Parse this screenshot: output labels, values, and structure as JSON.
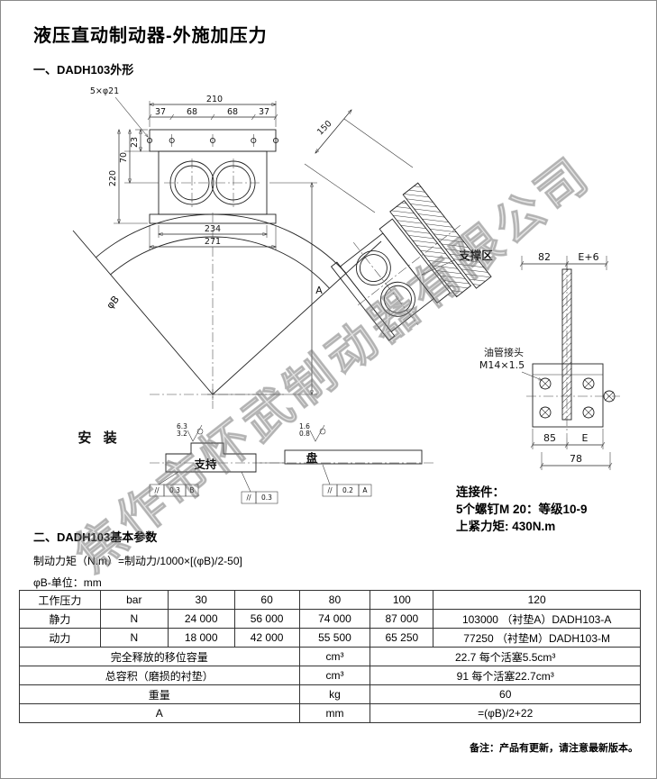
{
  "header": {
    "title": "液压直动制动器-外施加压力"
  },
  "sections": {
    "outline": "一、DADH103外形",
    "params": "二、DADH103基本参数"
  },
  "drawing": {
    "front_view": {
      "bolt_note": "5×φ21",
      "dim_top_total": "210",
      "dim_sub": [
        "37",
        "68",
        "68",
        "37"
      ],
      "dim_flange": "23",
      "dim_center": "70",
      "dim_height": "220",
      "dim_inner": "234",
      "dim_outer": "271"
    },
    "arc_view": {
      "dim_a": "A",
      "dim_phib": "φB",
      "dim_150": "150",
      "support_label": "支撑区"
    },
    "side_view": {
      "dim_82": "82",
      "dim_e6": "E+6",
      "dim_85": "85",
      "dim_e": "E",
      "dim_78": "78",
      "pipe_line1": "油管接头",
      "pipe_line2": "M14×1.5"
    },
    "install_view": {
      "title": "安  装",
      "support_label": "支持",
      "disc_label": "盘",
      "rough": [
        "6.3",
        "3.2",
        "1.6",
        "0.8"
      ],
      "tol1": {
        "sym": "//",
        "val": "0.3",
        "ref": "B"
      },
      "tol2": {
        "sym": "//",
        "val": "0.3"
      },
      "tol3": {
        "sym": "//",
        "val": "0.2",
        "ref": "A"
      }
    },
    "connector_note": {
      "line1": "连接件：",
      "line2": "5个螺钉M 20：等级10-9",
      "line3": "上紧力矩: 430N.m"
    }
  },
  "watermark": "焦作市怀武制动器有限公司",
  "params": {
    "formula": "制动力矩（N.m）=制动力/1000×[(φB)/2-50]",
    "unit_note": "φB-单位：mm"
  },
  "table": {
    "pressure_row": [
      "工作压力",
      "bar",
      "30",
      "60",
      "80",
      "100",
      "120"
    ],
    "static_row": [
      "静力",
      "N",
      "24 000",
      "56 000",
      "74 000",
      "87 000",
      "103000 （衬垫A）DADH103-A"
    ],
    "dynamic_row": [
      "动力",
      "N",
      "18 000",
      "42 000",
      "55 500",
      "65 250",
      "77250 （衬垫M）DADH103-M"
    ],
    "displacement_row": {
      "label": "完全释放的移位容量",
      "unit": "cm³",
      "value": "22.7  每个活塞5.5cm³"
    },
    "volume_row": {
      "label": "总容积（磨损的衬垫）",
      "unit": "cm³",
      "value": "91  每个活塞22.7cm³"
    },
    "weight_row": {
      "label": "重量",
      "unit": "kg",
      "value": "60"
    },
    "a_row": {
      "label": "A",
      "unit": "mm",
      "value": "=(φB)/2+22"
    }
  },
  "footer": {
    "note": "备注：产品有更新，请注意最新版本。"
  }
}
